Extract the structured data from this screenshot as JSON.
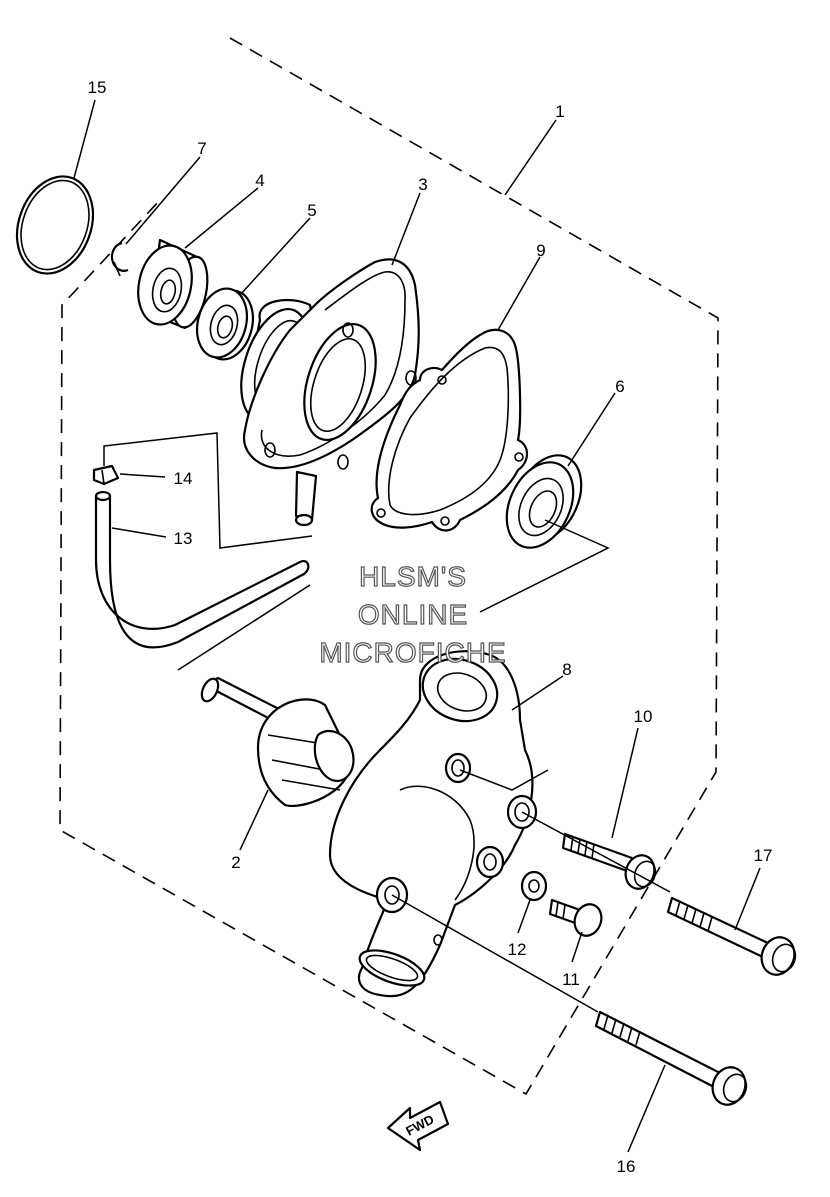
{
  "labels": {
    "p1": "1",
    "p2": "2",
    "p3": "3",
    "p4": "4",
    "p5": "5",
    "p6": "6",
    "p7": "7",
    "p8": "8",
    "p9": "9",
    "p10": "10",
    "p11": "11",
    "p12": "12",
    "p13": "13",
    "p14": "14",
    "p15": "15",
    "p16": "16",
    "p17": "17"
  },
  "watermark": {
    "line1": "HLSM'S",
    "line2": "ONLINE",
    "line3": "MICROFICHE"
  },
  "direction_arrow": "FWD"
}
